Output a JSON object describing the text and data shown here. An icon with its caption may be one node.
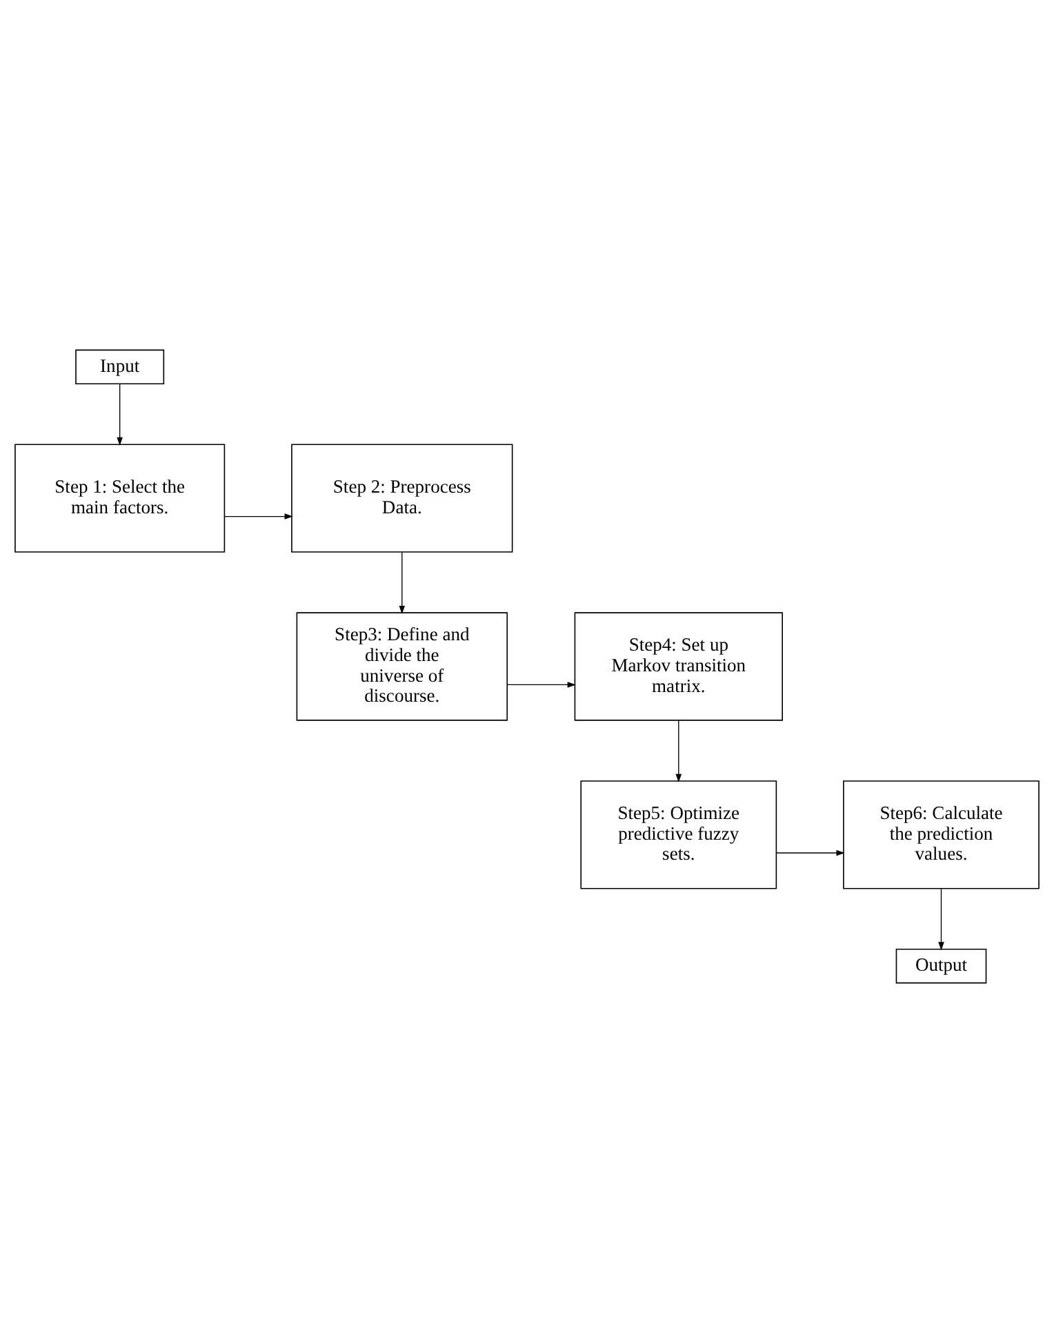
{
  "diagram": {
    "nodes": [
      {
        "text": [
          "Input"
        ]
      },
      {
        "text": [
          "Step 1: Select the main factors."
        ]
      },
      {
        "text": [
          "Step 2: Preprocess Data."
        ]
      },
      {
        "text": [
          "Step4: Set up Markov transition matrix."
        ]
      },
      {
        "text": [
          "Step3: Define and divide the universe of discourse."
        ]
      },
      {
        "text": [
          "Step5: Optimize predictive fuzzy sets."
        ]
      },
      {
        "text": [
          "Step6: Calculate the prediction values."
        ]
      },
      {
        "text": [
          "Output"
        ]
      }
    ],
    "edges": [
      {
        "from": 0,
        "to": 1,
        "arrow": "to"
      },
      {
        "from": 1,
        "to": 2,
        "arrow": "to"
      },
      {
        "from": 2,
        "to": 4,
        "arrow": "to"
      },
      {
        "from": 4,
        "to": 3,
        "arrow": "to"
      },
      {
        "from": 3,
        "to": 5,
        "arrow": "to"
      },
      {
        "from": 5,
        "to": 6,
        "arrow": "to"
      },
      {
        "from": 6,
        "to": 7,
        "arrow": "to"
      }
    ]
  }
}
